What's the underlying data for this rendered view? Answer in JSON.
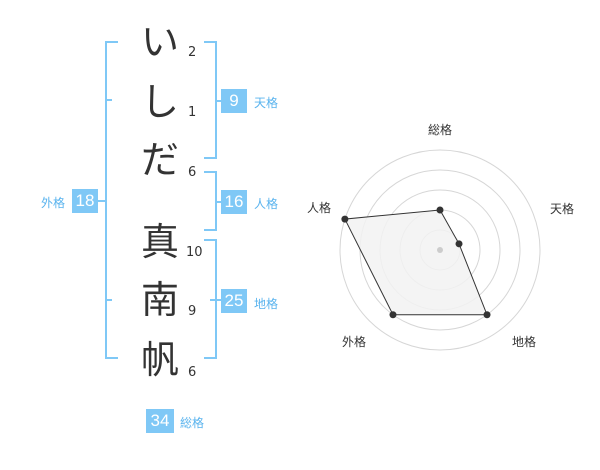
{
  "name": {
    "characters": [
      {
        "char": "い",
        "strokes": "2"
      },
      {
        "char": "し",
        "strokes": "1"
      },
      {
        "char": "だ",
        "strokes": "6"
      },
      {
        "char": "真",
        "strokes": "10"
      },
      {
        "char": "南",
        "strokes": "9"
      },
      {
        "char": "帆",
        "strokes": "6"
      }
    ]
  },
  "fortune": {
    "tenkaku": {
      "value": "9",
      "label": "天格"
    },
    "jinkaku": {
      "value": "16",
      "label": "人格"
    },
    "chikaku": {
      "value": "25",
      "label": "地格"
    },
    "gaikaku": {
      "value": "18",
      "label": "外格"
    },
    "soukaku": {
      "value": "34",
      "label": "総格"
    }
  },
  "chart_data": {
    "type": "radar",
    "axes": [
      "総格",
      "天格",
      "地格",
      "外格",
      "人格"
    ],
    "values": [
      2,
      1,
      4,
      4,
      5
    ],
    "max": 5,
    "rings": 5
  },
  "colors": {
    "accent": "#7fc8f6",
    "accent_text": "#59b3ee",
    "bracket": "#7fc8f6",
    "grid": "#d6d6d6",
    "fill": "#f2f2f2",
    "line": "#333333"
  }
}
